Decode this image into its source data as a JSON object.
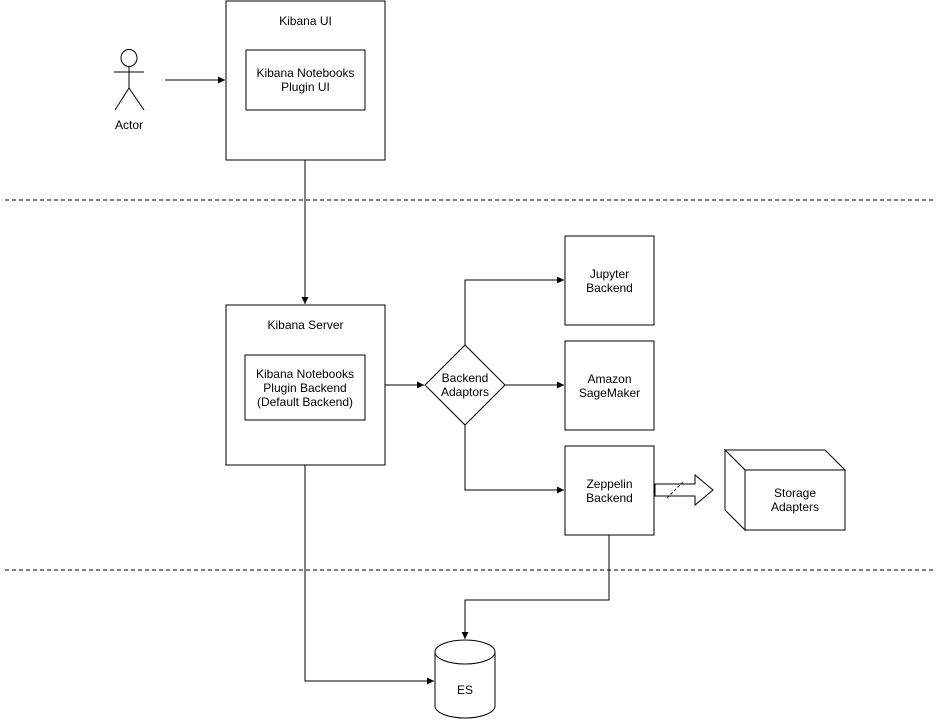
{
  "actor": {
    "label": "Actor"
  },
  "kibana_ui": {
    "title": "Kibana UI",
    "plugin_ui": "Kibana Notebooks\nPlugin UI"
  },
  "kibana_server": {
    "title": "Kibana Server",
    "plugin_backend": "Kibana Notebooks\nPlugin Backend\n(Default Backend)"
  },
  "backend_adaptors": {
    "label": "Backend\nAdaptors"
  },
  "jupyter": {
    "label": "Jupyter\nBackend"
  },
  "sagemaker": {
    "label": "Amazon\nSageMaker"
  },
  "zeppelin": {
    "label": "Zeppelin\nBackend"
  },
  "storage": {
    "label": "Storage\nAdapters"
  },
  "es": {
    "label": "ES"
  }
}
